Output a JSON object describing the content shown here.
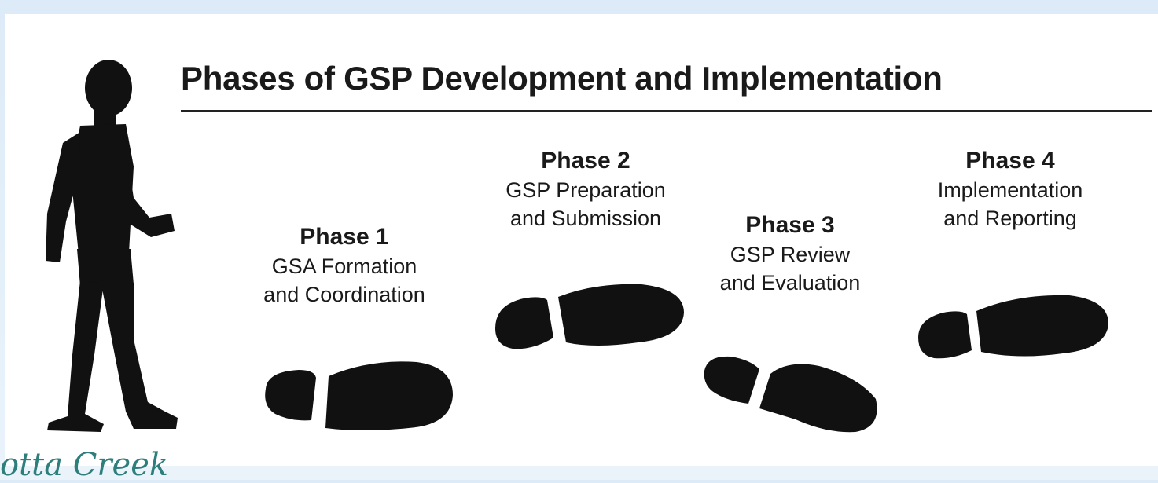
{
  "title": "Phases of GSP Development and Implementation",
  "phases": [
    {
      "heading": "Phase 1",
      "line1": "GSA Formation",
      "line2": "and Coordination"
    },
    {
      "heading": "Phase 2",
      "line1": "GSP Preparation",
      "line2": "and Submission"
    },
    {
      "heading": "Phase 3",
      "line1": "GSP Review",
      "line2": "and Evaluation"
    },
    {
      "heading": "Phase 4",
      "line1": "Implementation",
      "line2": "and Reporting"
    }
  ],
  "footer_brand": "otta Creek",
  "colors": {
    "background": "#dcebf7",
    "text": "#1a1a1a",
    "silhouette": "#111111",
    "brand": "#2e7f7c"
  },
  "icons": [
    "walking-person-silhouette",
    "footprint-icon"
  ]
}
